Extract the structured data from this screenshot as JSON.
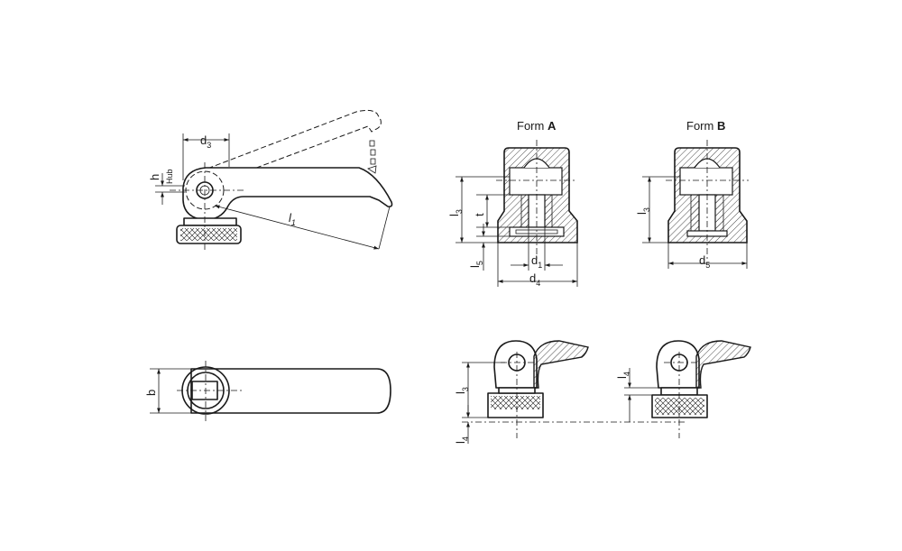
{
  "views": {
    "form_a": {
      "label_prefix": "Form ",
      "label_letter": "A"
    },
    "form_b": {
      "label_prefix": "Form ",
      "label_letter": "B"
    }
  },
  "dimensions": {
    "d3": {
      "base": "d",
      "sub": "3"
    },
    "h": {
      "base": "h",
      "sub": "Hub"
    },
    "l1": {
      "base": "l",
      "sub": "1"
    },
    "b": {
      "base": "b"
    },
    "l3": {
      "base": "l",
      "sub": "3"
    },
    "t": {
      "base": "t"
    },
    "l5": {
      "base": "l",
      "sub": "5"
    },
    "d1": {
      "base": "d",
      "sub": "1"
    },
    "d4": {
      "base": "d",
      "sub": "4"
    },
    "d5": {
      "base": "d",
      "sub": "5"
    },
    "l4": {
      "base": "l",
      "sub": "4"
    }
  },
  "colors": {
    "line": "#1a1a1a",
    "background": "#ffffff"
  }
}
